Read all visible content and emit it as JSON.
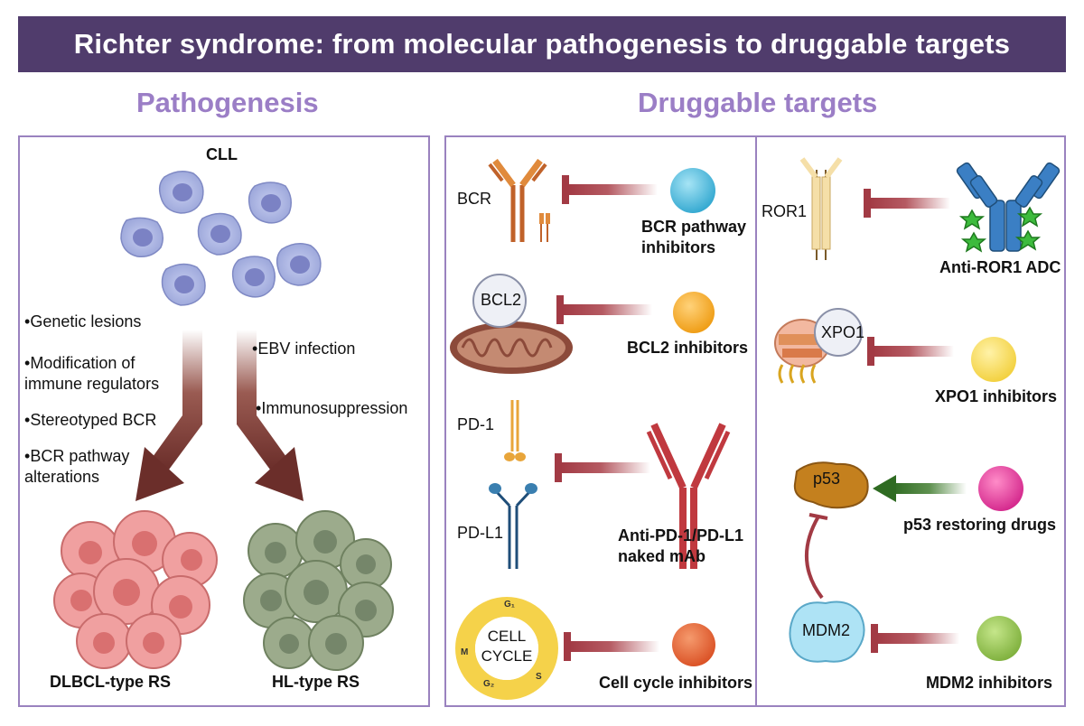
{
  "title": "Richter syndrome: from molecular pathogenesis to druggable targets",
  "sections": {
    "pathogenesis": "Pathogenesis",
    "druggable": "Druggable targets"
  },
  "pathogenesis": {
    "cll_label": "CLL",
    "left_factors": [
      "Genetic lesions",
      "Modification of immune regulators",
      "Stereotyped BCR",
      "BCR pathway alterations"
    ],
    "right_factors": [
      "EBV infection",
      "Immunosuppression"
    ],
    "outcomes": [
      "DLBCL-type RS",
      "HL-type RS"
    ]
  },
  "targets": {
    "bcr": {
      "target": "BCR",
      "drug": "BCR pathway inhibitors"
    },
    "bcl2": {
      "target": "BCL2",
      "drug": "BCL2 inhibitors"
    },
    "pd": {
      "target1": "PD-1",
      "target2": "PD-L1",
      "drug": "Anti-PD-1/PD-L1 naked mAb"
    },
    "cell_cycle": {
      "target": "CELL CYCLE",
      "phases": [
        "G1",
        "S",
        "G2",
        "M"
      ],
      "drug": "Cell cycle inhibitors"
    },
    "ror1": {
      "target": "ROR1",
      "drug": "Anti-ROR1 ADC"
    },
    "xpo1": {
      "target": "XPO1",
      "drug": "XPO1 inhibitors"
    },
    "p53": {
      "target": "p53",
      "drug": "p53 restoring drugs"
    },
    "mdm2": {
      "target": "MDM2",
      "drug": "MDM2 inhibitors"
    }
  },
  "colors": {
    "title_bg": "#503c6c",
    "section_title": "#9b7ec6",
    "panel_border": "#9a82bf",
    "inhibit_arrow": "#a23a44",
    "activate_arrow": "#2f6b22",
    "pathway_arrow": "#6b2e2a",
    "cll_cell": "#aab3e0",
    "dlbcl_cell": "#ef9a9a",
    "hl_cell": "#8fa07e"
  }
}
